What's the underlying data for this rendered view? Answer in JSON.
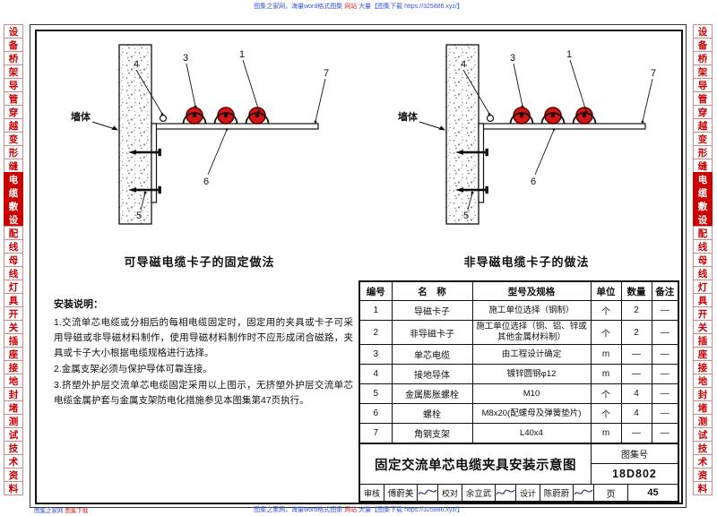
{
  "watermark": {
    "pre": "图集之家网，海量word格式图集 ",
    "mid": "网站",
    "post": " 大量【图集下载 https://325886.xyz/】",
    "corner_blue": "图集之家网",
    "corner_red": "图集下载"
  },
  "sidebar": {
    "groups": [
      {
        "label": "设备",
        "active": false
      },
      {
        "label": "桥架",
        "active": false
      },
      {
        "label": "导管",
        "active": false
      },
      {
        "label": "穿越变形缝",
        "active": false
      },
      {
        "label": "电缆敷设",
        "active": true
      },
      {
        "label": "配线",
        "active": false
      },
      {
        "label": "母线",
        "active": false
      },
      {
        "label": "灯具",
        "active": false
      },
      {
        "label": "开关插座",
        "active": false
      },
      {
        "label": "接地封堵",
        "active": false
      },
      {
        "label": "测试",
        "active": false
      },
      {
        "label": "技术资料",
        "active": false
      }
    ]
  },
  "diagram": {
    "wall_label": "墙体",
    "callouts": {
      "c1": "1",
      "c3": "3",
      "c4": "4",
      "c5": "5",
      "c6": "6",
      "c7": "7"
    }
  },
  "diagrams": {
    "left_caption": "可导磁电缆卡子的固定做法",
    "right_caption": "非导磁电缆卡子的做法"
  },
  "notes": {
    "title": "安装说明：",
    "items": [
      "1.交流单芯电缆或分相后的每相电缆固定时，固定用的夹具或卡子可采用导磁或非导磁材料制作，使用导磁材料制作时不应形成闭合磁路，夹具或卡子大小根据电缆规格进行选择。",
      "2.金属支架必须与保护导体可靠连接。",
      "3.挤塑外护层交流单芯电缆固定采用以上图示，无挤塑外护层交流单芯电缆金属护套与金属支架防电化措施参见本图集第47页执行。"
    ]
  },
  "table": {
    "headers": [
      "编号",
      "名　称",
      "型号及规格",
      "单位",
      "数量",
      "备注"
    ],
    "rows": [
      [
        "1",
        "导磁卡子",
        "施工单位选择（钢制）",
        "个",
        "2",
        "—"
      ],
      [
        "2",
        "非导磁卡子",
        "施工单位选择（铜、铝、锌或其他金属材料制）",
        "个",
        "2",
        "—"
      ],
      [
        "3",
        "单芯电缆",
        "由工程设计确定",
        "m",
        "—",
        "—"
      ],
      [
        "4",
        "接地导体",
        "镀锌圆钢φ12",
        "m",
        "—",
        "—"
      ],
      [
        "5",
        "金属膨胀螺栓",
        "M10",
        "个",
        "4",
        "—"
      ],
      [
        "6",
        "螺栓",
        "M8x20(配螺母及弹簧垫片)",
        "个",
        "4",
        "—"
      ],
      [
        "7",
        "角钢支架",
        "L40x4",
        "m",
        "—",
        "—"
      ]
    ]
  },
  "titleblock": {
    "title": "固定交流单芯电缆夹具安装示意图",
    "atlas_label": "图集号",
    "atlas_no": "18D802"
  },
  "approval": {
    "cells": [
      {
        "label": "审核",
        "name": "傅蔚美"
      },
      {
        "label": "校对",
        "name": "余立武"
      },
      {
        "label": "设计",
        "name": "陈蔚蔚"
      }
    ],
    "page_label": "页",
    "page_no": "45"
  }
}
